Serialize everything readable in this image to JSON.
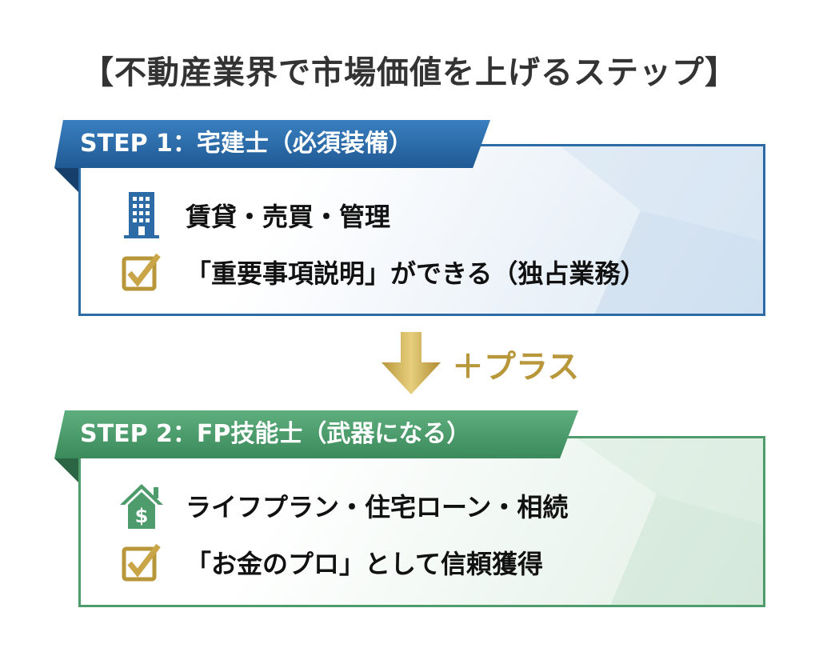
{
  "title": "【不動産業界で市場価値を上げるステップ】",
  "steps": [
    {
      "label": "STEP 1：宅建士（必須装備）",
      "color": "#2c6ba6",
      "items": [
        {
          "icon": "building-icon",
          "text": "賃貸・売買・管理"
        },
        {
          "icon": "checkbox-icon",
          "text": "「重要事項説明」ができる（独占業務）"
        }
      ]
    },
    {
      "label": "STEP 2：FP技能士（武器になる）",
      "color": "#4e9c6c",
      "items": [
        {
          "icon": "house-dollar-icon",
          "text": "ライフプラン・住宅ローン・相続"
        },
        {
          "icon": "checkbox-icon",
          "text": "「お金のプロ」として信頼獲得"
        }
      ]
    }
  ],
  "connector": {
    "label": "＋プラス",
    "color": "#b8963a"
  }
}
